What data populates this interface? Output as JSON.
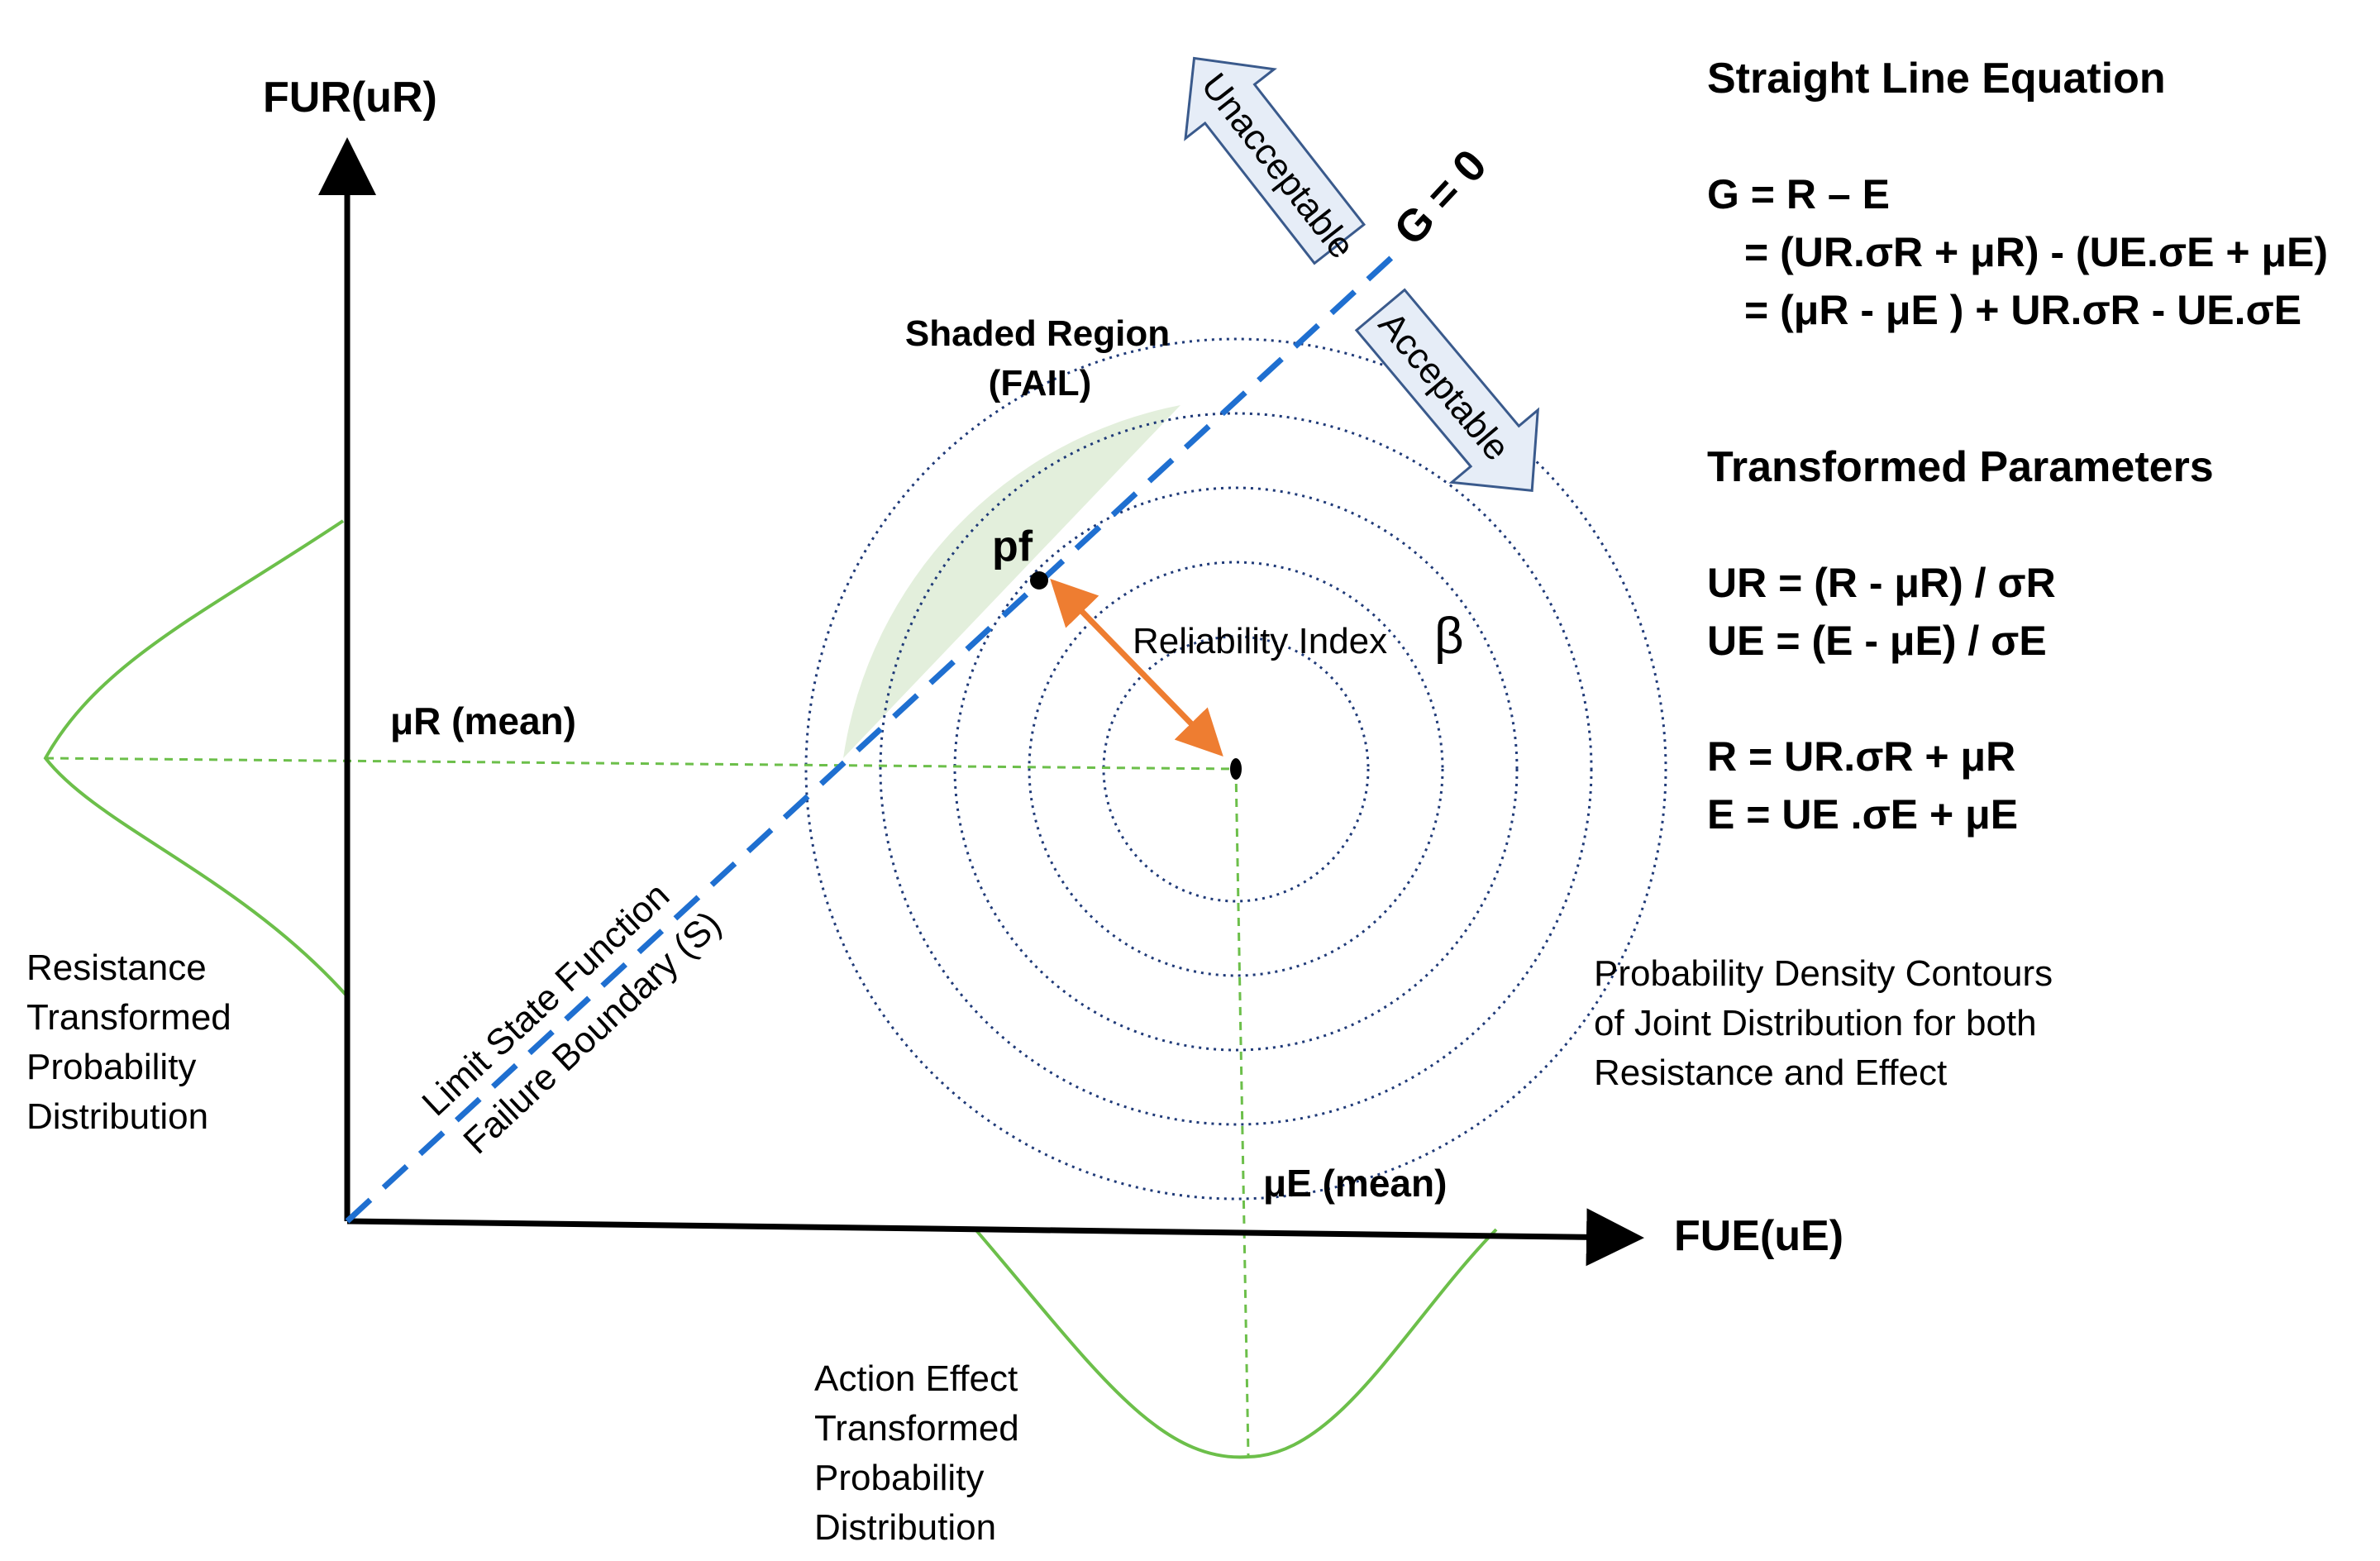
{
  "axes": {
    "y_label": "FUR(uR)",
    "x_label": "FUE(uE)"
  },
  "arrows": {
    "unacceptable": "Unacceptable",
    "acceptable": "Acceptable"
  },
  "limit_line": {
    "g_label": "G = 0",
    "line1": "Limit State Function",
    "line2": "Failure Boundary (S)"
  },
  "shaded_region": {
    "line1": "Shaded Region",
    "line2": "(FAIL)"
  },
  "point_labels": {
    "pf": "pf",
    "reliability_index": "Reliability Index",
    "beta": "β",
    "mu_r": "μR (mean)",
    "mu_e": "μE (mean)"
  },
  "resistance_caption": [
    "Resistance",
    "Transformed",
    "Probability",
    "Distribution"
  ],
  "effect_caption": [
    "Action Effect",
    "Transformed",
    "Probability",
    "Distribution"
  ],
  "contour_caption": [
    "Probability Density Contours",
    "of Joint Distribution for both",
    "Resistance and Effect"
  ],
  "equations": {
    "straight_line_title": "Straight Line Equation",
    "straight_line": [
      "G = R – E",
      "= (UR.σR + μR) - (UE.σE + μE)",
      "= (μR - μE ) + UR.σR  - UE.σE"
    ],
    "transformed_title": "Transformed Parameters",
    "transformed": [
      "UR = (R - μR) / σR",
      "UE = (E - μE) / σE"
    ],
    "back_transform": [
      "R = UR.σR  + μR",
      "E = UE .σE + μE"
    ]
  },
  "colors": {
    "limit_line": "#1f6fd0",
    "beta_arrow": "#ee7d31",
    "distribution": "#6cbf4a",
    "contour": "#1f3a78",
    "fail_fill": "#e3efdc",
    "direction_arrow_fill": "#e6edf7",
    "direction_arrow_stroke": "#3a5a8c"
  }
}
